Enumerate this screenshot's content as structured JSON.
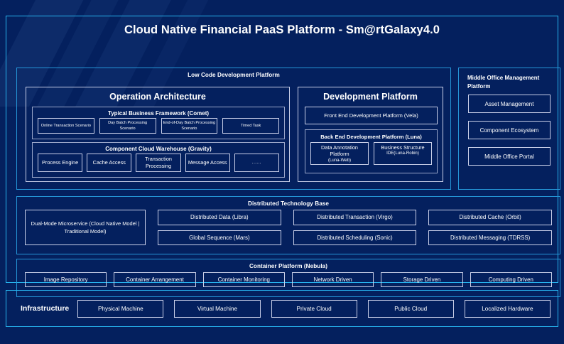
{
  "title": "Cloud Native Financial PaaS Platform - Sm@rtGalaxy4.0",
  "colors": {
    "background": "#04205e",
    "accent_border": "#27b4ef",
    "panel_border": "#2596d8",
    "box_border": "#c9cfe8",
    "text": "#ffffff"
  },
  "low_code": {
    "title": "Low Code Development Platform",
    "operation_architecture": {
      "title": "Operation Architecture",
      "typical_business_framework": {
        "title": "Typical Business Framework (Comet)",
        "items": [
          "Online Transaction Scenario",
          "Day Batch Processing Scenario",
          "End-of-Day Batch Processing Scenario",
          "Timed Task"
        ]
      },
      "component_cloud_warehouse": {
        "title": "Component Cloud Warehouse (Gravity)",
        "items": [
          "Process Engine",
          "Cache Access",
          "Transaction Processing",
          "Message Access",
          "......"
        ]
      }
    },
    "development_platform": {
      "title": "Development Platform",
      "front_end": "Front End Development Platform (Vela)",
      "back_end": {
        "title": "Back End Development Platform (Luna)",
        "items": [
          {
            "name": "Data Annotation Platform",
            "sub": "(Luna-Web)"
          },
          {
            "name": "Business Structure",
            "sub": "IDE(Luna-Robin)"
          }
        ]
      }
    }
  },
  "middle_office": {
    "title": "Middle Office Management Platform",
    "items": [
      "Asset Management",
      "Component Ecosystem",
      "Middle Office Portal"
    ]
  },
  "distributed_technology_base": {
    "title": "Distributed Technology Base",
    "dual_mode": "Dual-Mode Microservice (Cloud Native Model | Traditional Model)",
    "columns": [
      [
        "Distributed Data (Libra)",
        "Global Sequence (Mars)"
      ],
      [
        "Distributed Transaction (Virgo)",
        "Distributed Scheduling (Sonic)"
      ],
      [
        "Distributed Cache (Orbit)",
        "Distributed Messaging (TDRSS)"
      ]
    ]
  },
  "container_platform": {
    "title": "Container Platform (Nebula)",
    "items": [
      "Image Repository",
      "Container Arrangement",
      "Container Monitoring",
      "Network Driven",
      "Storage Driven",
      "Computing Driven"
    ]
  },
  "infrastructure": {
    "label": "Infrastructure",
    "items": [
      "Physical Machine",
      "Virtual Machine",
      "Private Cloud",
      "Public Cloud",
      "Localized Hardware"
    ]
  }
}
